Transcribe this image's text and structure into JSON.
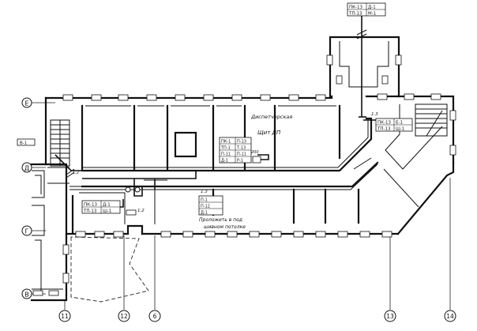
{
  "axes": {
    "rows": [
      "Е",
      "Д",
      "Г",
      "В"
    ],
    "columns": [
      "11",
      "12",
      "6",
      "13",
      "14"
    ]
  },
  "labels": {
    "dispatcher_room": "Диспетчерская",
    "panel_dp": "Щит ДП",
    "panel_dp_sub": "200",
    "mark_13_top": "1.3",
    "mark_12": "1.2",
    "mark_13_mid": "1.3",
    "mark_2": "1.2",
    "mark_tag": "В-1",
    "note_line1": "Проложить в под",
    "note_line2": "шивном потолке"
  },
  "cable_tags": {
    "top": [
      [
        "ПК-13",
        "Д-1"
      ],
      [
        "ТП-13",
        "М-1"
      ]
    ],
    "right": [
      [
        "ПК-13",
        "Е-1"
      ],
      [
        "ТП-13",
        "Ш-1"
      ]
    ],
    "left": [
      [
        "ПК-13",
        "Д-1"
      ],
      [
        "ТП-13",
        "Ш-1"
      ]
    ],
    "dispatcher": [
      [
        "ПК-1",
        "П-13"
      ],
      [
        "ТП-1",
        "Т-13"
      ],
      [
        "П-11",
        "П-11"
      ],
      [
        "Д-1",
        "Р-1"
      ]
    ],
    "corridor": [
      [
        "П-1",
        ""
      ],
      [
        "П-12",
        ""
      ],
      [
        "Д-1",
        ""
      ]
    ]
  }
}
